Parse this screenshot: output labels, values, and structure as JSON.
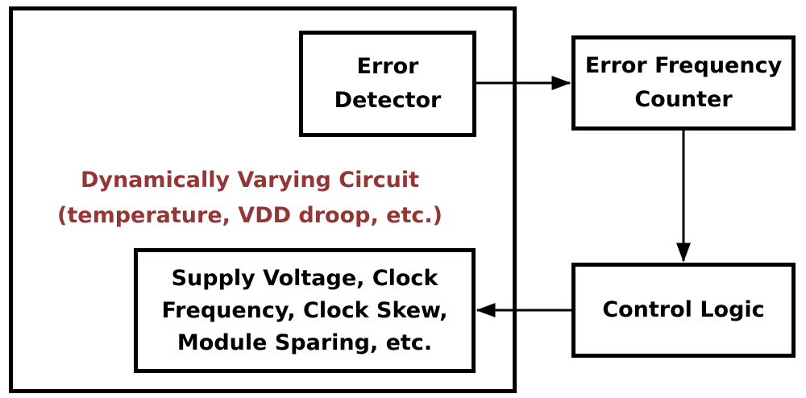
{
  "diagram": {
    "outer_block": {
      "caption_lines": [
        "Dynamically Varying Circuit",
        "(temperature,  VDD droop, etc.)"
      ],
      "caption_color": "#943634"
    },
    "error_detector": {
      "lines": [
        "Error",
        "Detector"
      ]
    },
    "error_frequency_counter": {
      "lines": [
        "Error Frequency",
        "Counter"
      ]
    },
    "control_logic": {
      "lines": [
        "Control Logic"
      ]
    },
    "adjustments": {
      "lines": [
        "Supply Voltage, Clock",
        "Frequency, Clock Skew,",
        "Module Sparing, etc."
      ]
    },
    "connections": [
      {
        "from": "error_detector",
        "to": "error_frequency_counter"
      },
      {
        "from": "error_frequency_counter",
        "to": "control_logic"
      },
      {
        "from": "control_logic",
        "to": "adjustments"
      }
    ]
  }
}
